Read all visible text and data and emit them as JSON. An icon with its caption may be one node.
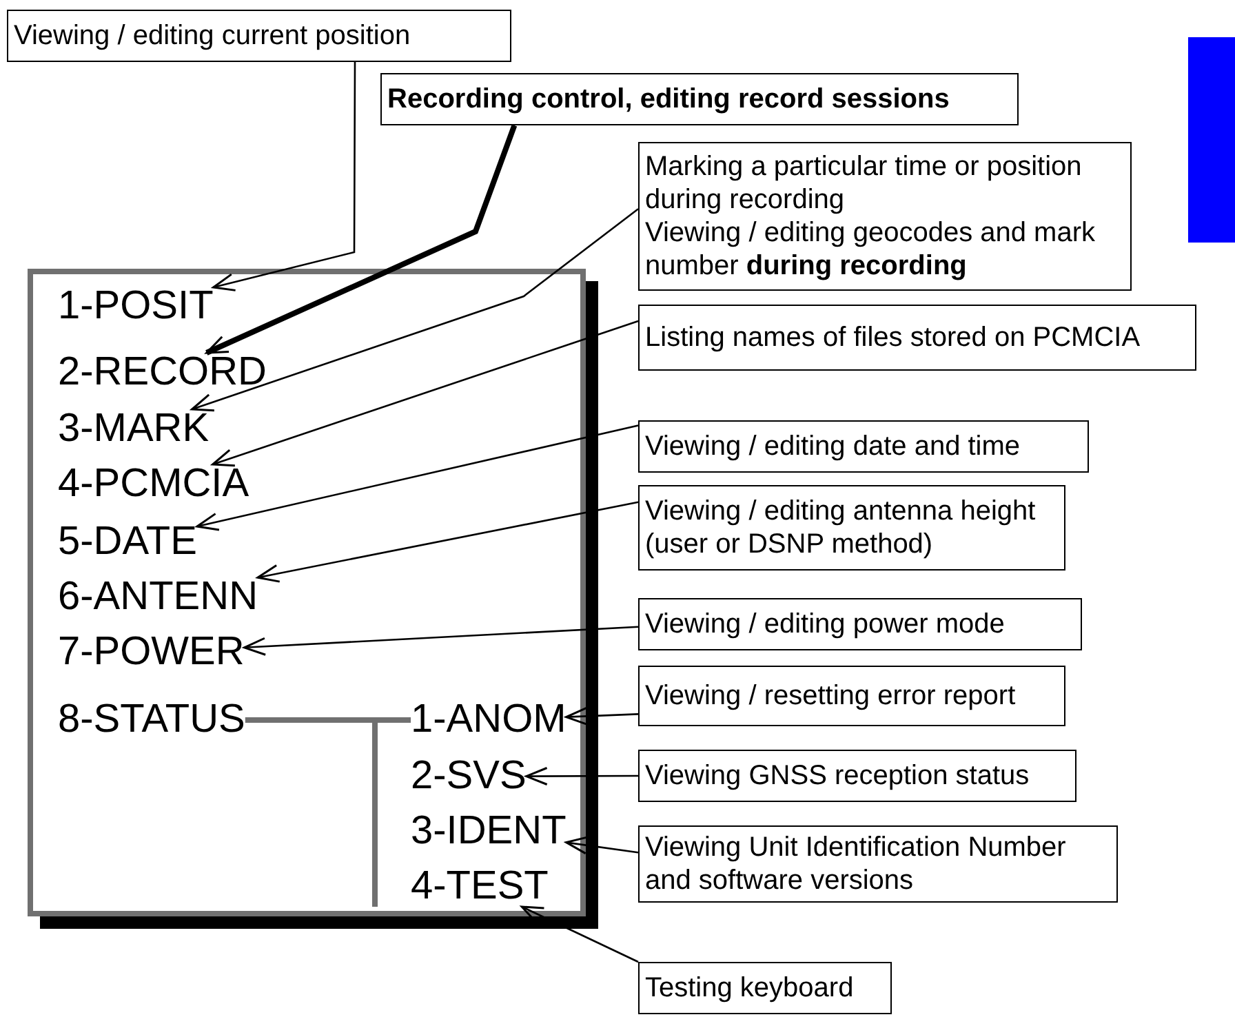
{
  "diagram": {
    "nodes": [
      {
        "text": [],
        "shape": "box"
      },
      {
        "text": [
          "1-POSIT"
        ],
        "in": 0
      },
      {
        "text": [
          "2-RECORD"
        ],
        "in": 0
      },
      {
        "text": [
          "3-MARK"
        ],
        "in": 0
      },
      {
        "text": [
          "4-PCMCIA"
        ],
        "in": 0
      },
      {
        "text": [
          "5-DATE"
        ],
        "in": 0
      },
      {
        "text": [
          "6-ANTENN"
        ],
        "in": 0
      },
      {
        "text": [
          "7-POWER"
        ],
        "in": 0
      },
      {
        "text": [
          "8-STATUS"
        ],
        "in": 0
      },
      {
        "text": [
          "1-ANOM"
        ],
        "in": 0
      },
      {
        "text": [
          "2-SVS"
        ],
        "in": 0
      },
      {
        "text": [
          "3-IDENT"
        ],
        "in": 0
      },
      {
        "text": [
          "4-TEST"
        ],
        "in": 0
      },
      {
        "text": [
          "Viewing / editing current position"
        ]
      },
      {
        "text": [
          "Recording control, editing record sessions"
        ]
      },
      {
        "text": [
          "Marking a particular time or position during recording",
          "Viewing / editing geocodes and mark number **during recording**"
        ]
      },
      {
        "text": [
          "Listing names of files stored on PCMCIA"
        ]
      },
      {
        "text": [
          "Viewing / editing date and time"
        ]
      },
      {
        "text": [
          "Viewing / editing antenna height (user or DSNP method)"
        ]
      },
      {
        "text": [
          "Viewing / editing power mode"
        ]
      },
      {
        "text": [
          "Viewing / resetting error report"
        ]
      },
      {
        "text": [
          "Viewing GNSS reception status"
        ]
      },
      {
        "text": [
          "Viewing Unit Identification Number and software versions"
        ]
      },
      {
        "text": [
          "Testing keyboard"
        ]
      },
      {
        "text": [],
        "shape": "bar"
      }
    ],
    "edges": [
      {
        "from": 13,
        "to": 1,
        "arrow": "to"
      },
      {
        "from": 14,
        "to": 2,
        "arrow": "to",
        "style": "thick"
      },
      {
        "from": 15,
        "to": 3,
        "arrow": "to"
      },
      {
        "from": 16,
        "to": 4,
        "arrow": "to"
      },
      {
        "from": 17,
        "to": 5,
        "arrow": "to"
      },
      {
        "from": 18,
        "to": 6,
        "arrow": "to"
      },
      {
        "from": 19,
        "to": 7,
        "arrow": "to"
      },
      {
        "from": 20,
        "to": 9,
        "arrow": "to"
      },
      {
        "from": 21,
        "to": 10,
        "arrow": "to"
      },
      {
        "from": 22,
        "to": 11,
        "arrow": "to"
      },
      {
        "from": 23,
        "to": 12,
        "arrow": "to"
      },
      {
        "from": 8,
        "to": 9,
        "arrow": "none",
        "style": "thick",
        "color": "#707070"
      }
    ]
  }
}
